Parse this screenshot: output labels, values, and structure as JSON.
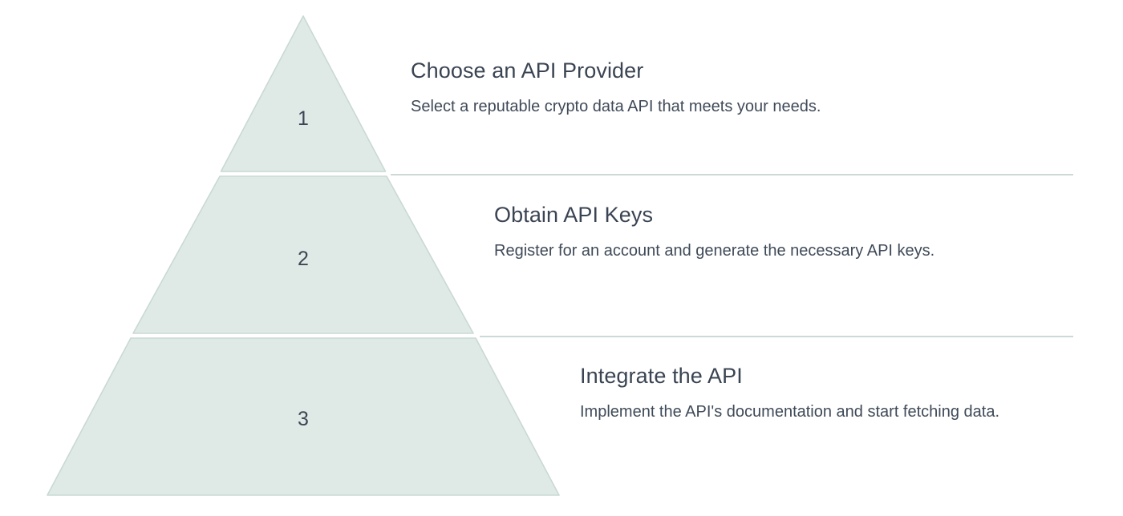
{
  "chart_data": {
    "type": "pyramid",
    "title": "",
    "orientation": "apex-up",
    "segment_count": 3,
    "legend_position": "right",
    "grid": false,
    "segments": [
      {
        "number": "1",
        "title": "Choose an API Provider",
        "description": "Select a reputable crypto data API that meets your needs.",
        "fill": "#dfeae7",
        "stroke": "#c9d9d4"
      },
      {
        "number": "2",
        "title": "Obtain API Keys",
        "description": "Register for an account and generate the necessary API keys.",
        "fill": "#dfeae7",
        "stroke": "#c9d9d4"
      },
      {
        "number": "3",
        "title": "Integrate the API",
        "description": "Implement the API's documentation and start fetching data.",
        "fill": "#dfeae7",
        "stroke": "#c9d9d4"
      }
    ]
  },
  "colors": {
    "background": "#ffffff",
    "segment_fill": "#dfeae7",
    "segment_stroke": "#c9d9d4",
    "divider": "#cdd9d7",
    "title_text": "#3a4452",
    "body_text": "#3f4a58",
    "number_text": "#3c4654"
  },
  "steps": [
    {
      "number": "1",
      "title": "Choose an API Provider",
      "description": "Select a reputable crypto data API that meets your needs."
    },
    {
      "number": "2",
      "title": "Obtain API Keys",
      "description": "Register for an account and generate the necessary API keys."
    },
    {
      "number": "3",
      "title": "Integrate the API",
      "description": "Implement the API's documentation and start fetching data."
    }
  ]
}
